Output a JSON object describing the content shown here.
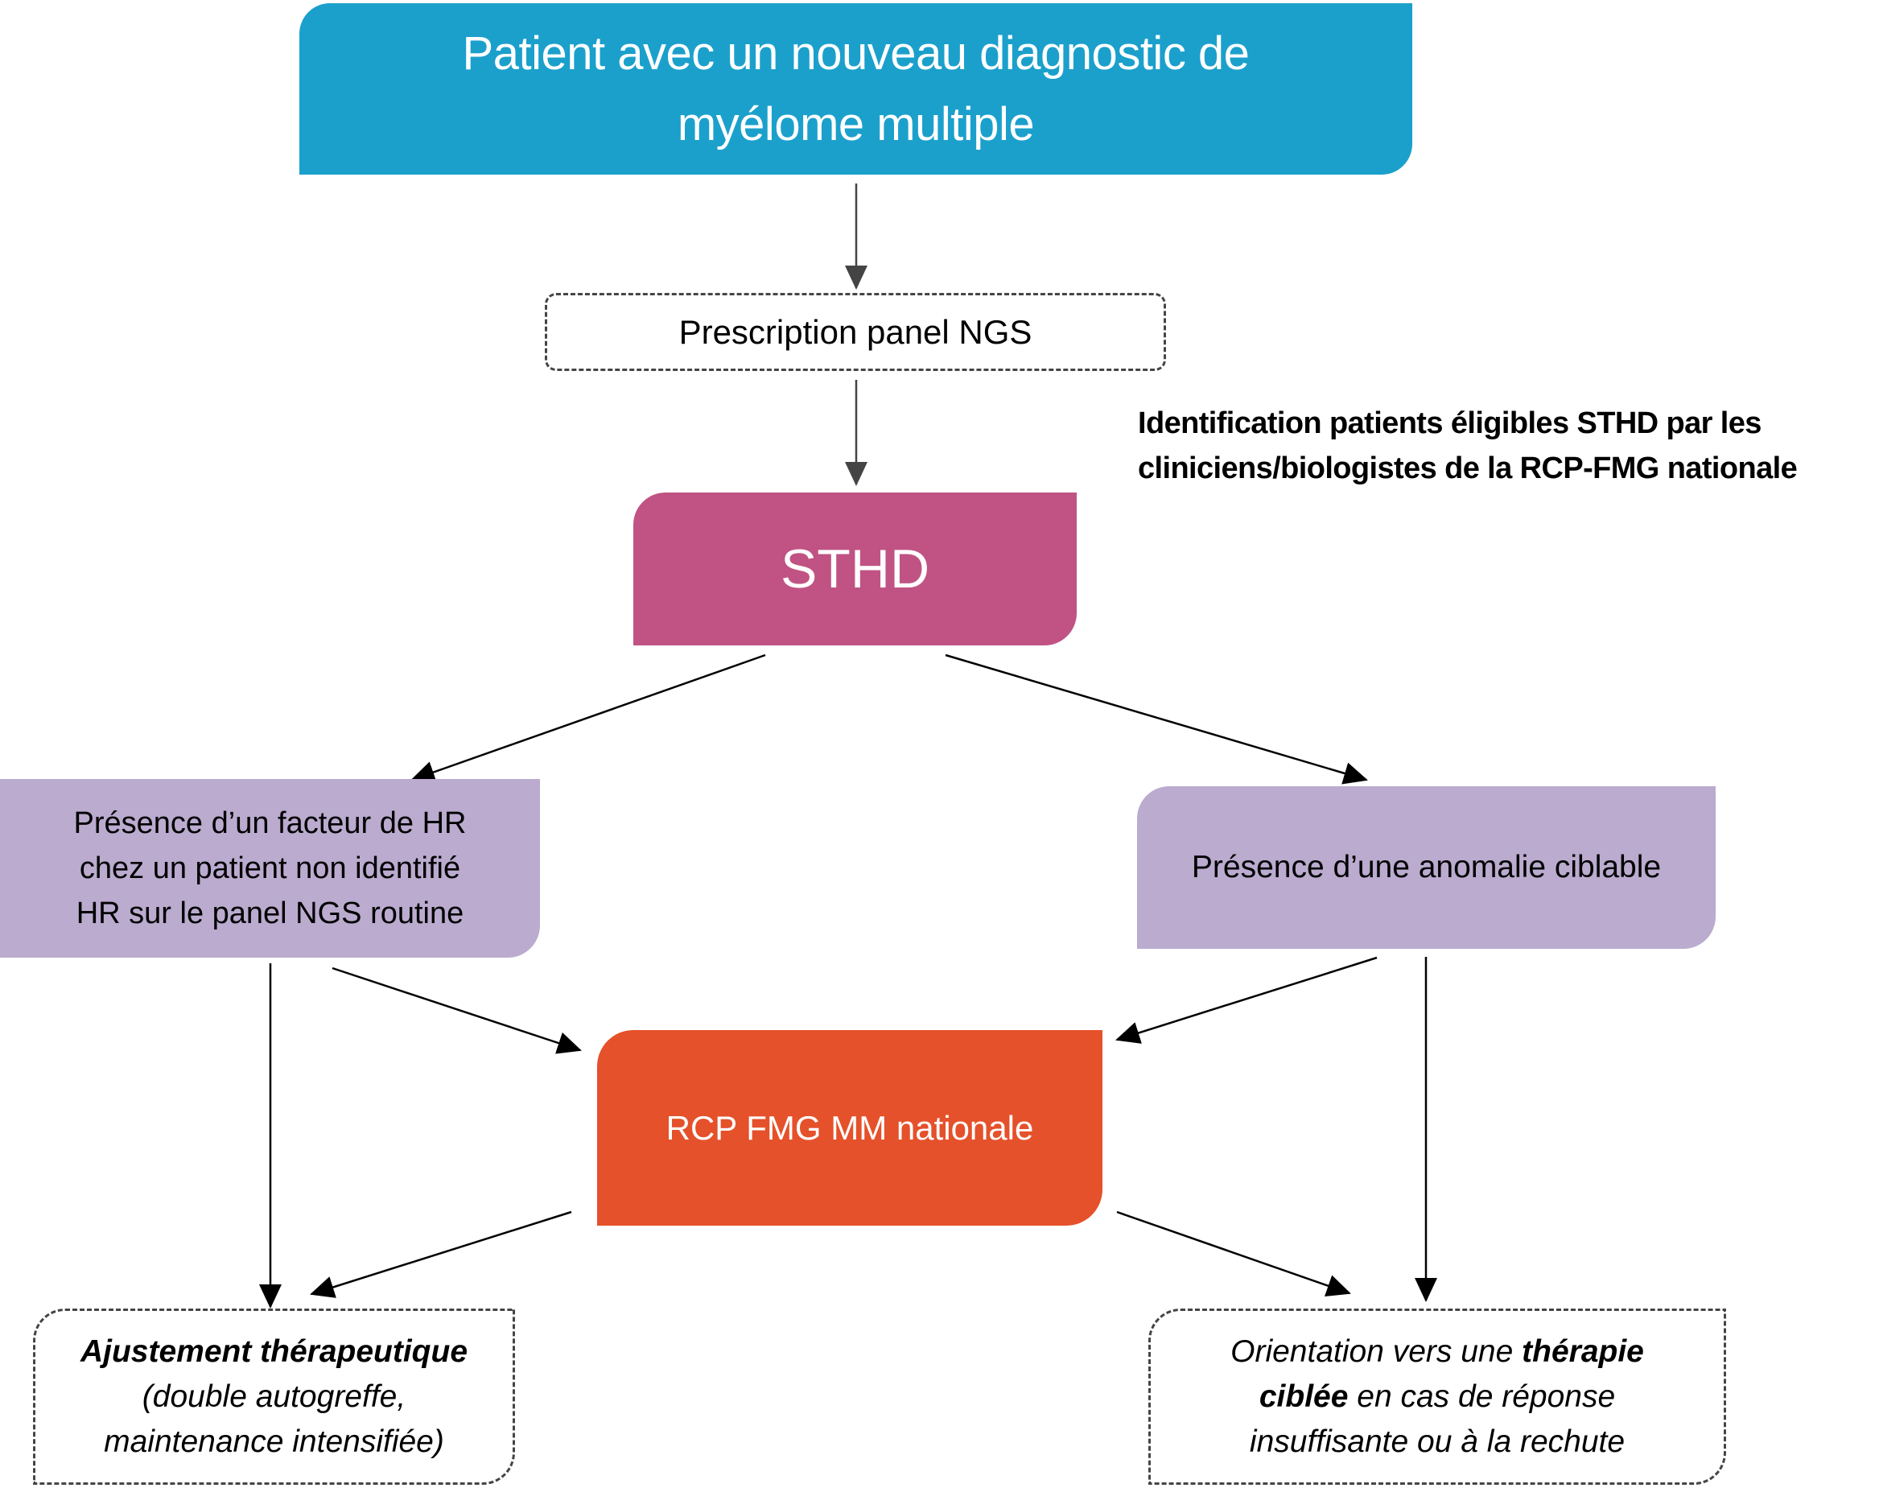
{
  "nodes": {
    "start": {
      "line1": "Patient avec un nouveau diagnostic de",
      "line2": "myélome multiple",
      "color": "#1BA0CC"
    },
    "ngs": {
      "label": "Prescription panel NGS"
    },
    "sthd": {
      "label": "STHD",
      "color": "#C05383"
    },
    "annotation": {
      "line1": "Identification patients éligibles STHD par les",
      "line2": "cliniciens/biologistes de la RCP-FMG nationale"
    },
    "high_risk": {
      "line1": "Présence d’un facteur de HR",
      "line2": "chez un patient non identifié",
      "line3": "HR sur le panel NGS routine",
      "color": "#BAABCF"
    },
    "targetable": {
      "label": "Présence d’une anomalie ciblable",
      "color": "#BAABCF"
    },
    "rcp": {
      "label": "RCP FMG MM nationale",
      "color": "#E5512A"
    },
    "adjustment": {
      "title": "Ajustement thérapeutique",
      "line2": "(double autogreffe,",
      "line3": "maintenance intensifiée)"
    },
    "orientation": {
      "part1": "Orientation vers une ",
      "bold1": "thérapie",
      "bold2": "ciblée",
      "part2": " en cas de réponse",
      "line3": "insuffisante ou à la rechute"
    }
  },
  "edges": [
    {
      "from": "start",
      "to": "ngs"
    },
    {
      "from": "ngs",
      "to": "sthd"
    },
    {
      "from": "sthd",
      "to": "high_risk"
    },
    {
      "from": "sthd",
      "to": "targetable"
    },
    {
      "from": "high_risk",
      "to": "rcp"
    },
    {
      "from": "targetable",
      "to": "rcp"
    },
    {
      "from": "high_risk",
      "to": "adjustment"
    },
    {
      "from": "targetable",
      "to": "orientation"
    },
    {
      "from": "rcp",
      "to": "adjustment"
    },
    {
      "from": "rcp",
      "to": "orientation"
    }
  ]
}
